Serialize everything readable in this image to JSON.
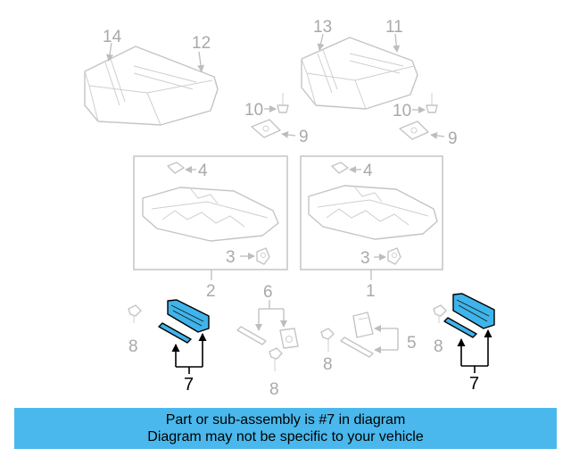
{
  "callouts": {
    "c14": "14",
    "c12": "12",
    "c13": "13",
    "c11": "11",
    "c10a": "10",
    "c9a": "9",
    "c10b": "10",
    "c9b": "9",
    "c4a": "4",
    "c3a": "3",
    "c2": "2",
    "c4b": "4",
    "c3b": "3",
    "c1": "1",
    "c6": "6",
    "c5": "5",
    "c8a": "8",
    "c8b": "8",
    "c8c": "8",
    "c8d": "8",
    "c7a": "7",
    "c7b": "7"
  },
  "banner": {
    "line1": "Part or sub-assembly is #7 in diagram",
    "line2": "Diagram may not be specific to your vehicle"
  },
  "colors": {
    "highlight": "#3fb4ea",
    "banner": "#4ab8ec",
    "line_art": "#c4c4c4"
  }
}
